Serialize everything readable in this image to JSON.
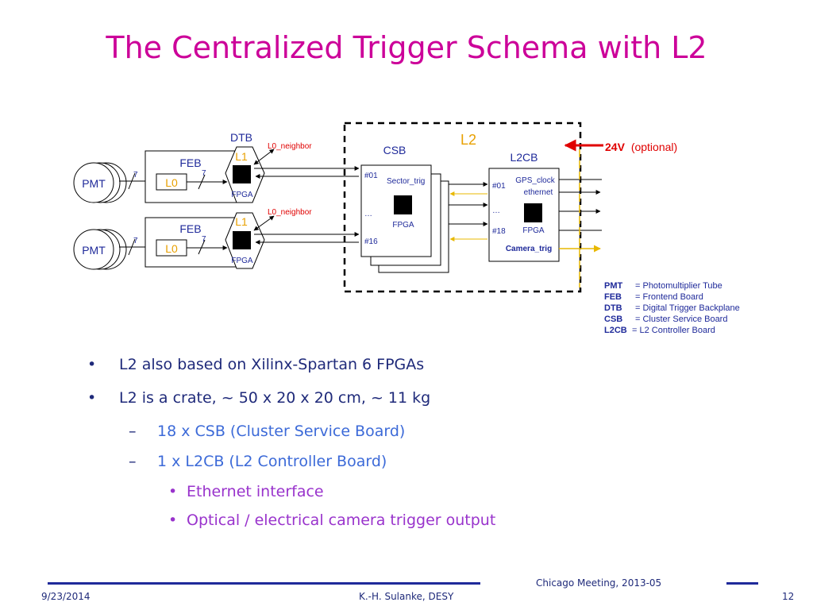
{
  "slide": {
    "title": "The Centralized Trigger Schema with L2"
  },
  "diagram": {
    "l2_label": "L2",
    "power_bold": "24V",
    "power_note": "(optional)",
    "csb_title": "CSB",
    "l2cb_title": "L2CB",
    "dtb_label": "DTB",
    "feb_label": "FEB",
    "l0_label": "L0",
    "l1_label": "L1",
    "pmt_label": "PMT",
    "bus_width": "7",
    "fpga_label": "FPGA",
    "neighbor_label": "L0_neighbor",
    "csb_port_first": "#01",
    "csb_port_mid": "…",
    "csb_port_last": "#16",
    "csb_signal": "Sector_trig",
    "l2cb_port_first": "#01",
    "l2cb_port_mid": "…",
    "l2cb_port_last": "#18",
    "l2cb_gps": "GPS_clock",
    "l2cb_eth": "ethernet",
    "l2cb_camera": "Camera_trig"
  },
  "legend": [
    {
      "abbr": "PMT",
      "desc": "= Photomultiplier Tube"
    },
    {
      "abbr": "FEB",
      "desc": "= Frontend Board"
    },
    {
      "abbr": "DTB",
      "desc": "= Digital Trigger Backplane"
    },
    {
      "abbr": "CSB",
      "desc": "= Cluster Service Board"
    },
    {
      "abbr": "L2CB",
      "desc": "= L2 Controller Board"
    }
  ],
  "bullets": [
    "L2 also based on Xilinx-Spartan 6 FPGAs",
    "L2 is a crate, ~ 50 x 20 x 20 cm,  ~ 11 kg"
  ],
  "sub_bullets": [
    "18 x CSB (Cluster Service Board)",
    "1 x L2CB (L2 Controller Board)"
  ],
  "sub_sub_bullets": [
    "Ethernet interface",
    "Optical / electrical camera trigger output"
  ],
  "footer": {
    "date": "9/23/2014",
    "author": "K.-H. Sulanke, DESY",
    "meeting": "Chicago Meeting, 2013-05",
    "page": "12"
  },
  "colors": {
    "title": "#cc0099",
    "l_label": "#e8a000",
    "red": "#e00000",
    "navy": "#1f2a9a"
  }
}
